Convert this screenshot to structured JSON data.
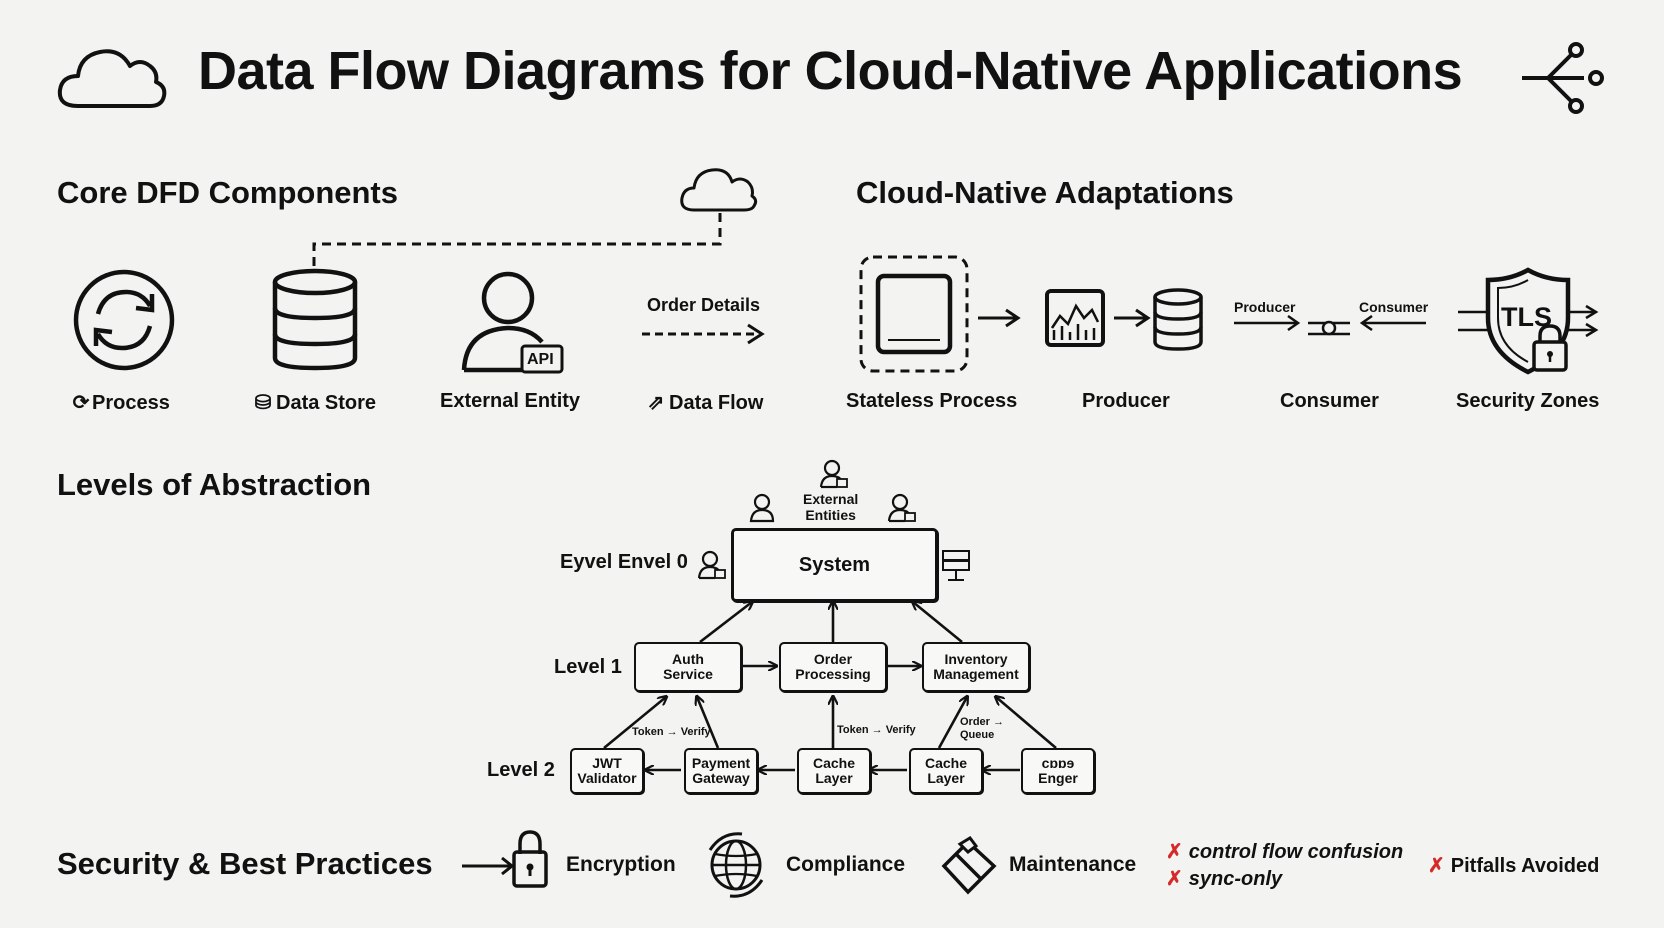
{
  "header": {
    "title": "Data Flow Diagrams for Cloud-Native Applications"
  },
  "core": {
    "heading": "Core DFD Components",
    "items": [
      {
        "label": "Process",
        "icon": "refresh-icon"
      },
      {
        "label": "Data Store",
        "icon": "database-icon"
      },
      {
        "label": "External Entity",
        "icon": "user-icon",
        "badge": "API"
      },
      {
        "label": "Data Flow",
        "icon": "arrow-icon",
        "flow_label": "Order Details"
      }
    ]
  },
  "cloud": {
    "heading": "Cloud-Native Adaptations",
    "items": [
      {
        "label": "Stateless Process"
      },
      {
        "label": "Producer"
      },
      {
        "label": "Consumer",
        "left_label": "Producer",
        "right_label": "Consumer"
      },
      {
        "label": "Security Zones",
        "badge": "TLS"
      }
    ]
  },
  "levels": {
    "heading": "Levels of Abstraction",
    "external_label": "External\nEntities",
    "level0_label": "Eyvel Envel 0",
    "level1_label": "Level 1",
    "level2_label": "Level 2",
    "system": "System",
    "level1_nodes": [
      "Auth\nService",
      "Order\nProcessing",
      "Inventory\nManagement"
    ],
    "level2_nodes": [
      "JWT\nValidator",
      "Payment\nGateway",
      "Cache\nLayer",
      "Cache\nLayer",
      "cɒɒɘ\nEnger"
    ],
    "edge_labels": [
      "Token → Verify",
      "Token → Verify",
      "Order →\nQueue"
    ]
  },
  "security": {
    "heading": "Security & Best Practices",
    "items": [
      "Encryption",
      "Compliance",
      "Maintenance"
    ],
    "pitfalls": [
      "control flow confusion",
      "sync-only"
    ],
    "pitfalls_avoided": "Pitfalls Avoided",
    "accent": "#d42a2a"
  }
}
